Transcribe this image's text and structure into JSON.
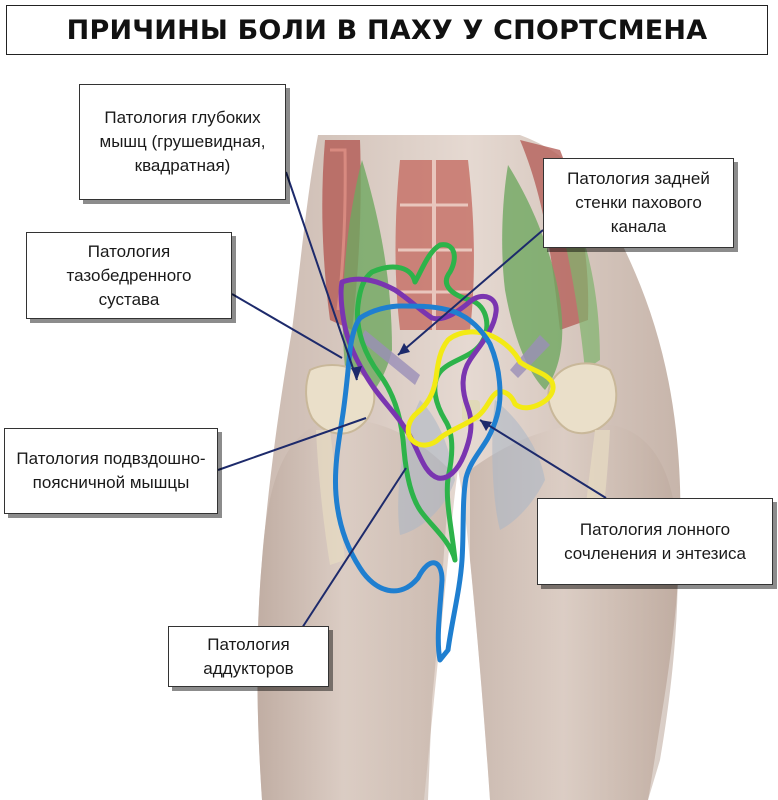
{
  "title": "ПРИЧИНЫ БОЛИ В ПАХУ У СПОРТСМЕНА",
  "labels": {
    "deep_muscles": "Патология глубоких мышц (грушевидная, квадратная)",
    "inguinal_wall": "Патология задней стенки пахового канала",
    "hip_joint": "Патология тазобедренного сустава",
    "iliopsoas": "Патология подвздошно-поясничной мышцы",
    "pubic_symphysis": "Патология лонного сочленения и энтезиса",
    "adductors": "Патология аддукторов"
  },
  "colors": {
    "blue": "#1f7fd0",
    "green": "#2db34a",
    "purple": "#7a35b0",
    "yellow": "#f3ea14",
    "leader": "#1d2a6b"
  }
}
